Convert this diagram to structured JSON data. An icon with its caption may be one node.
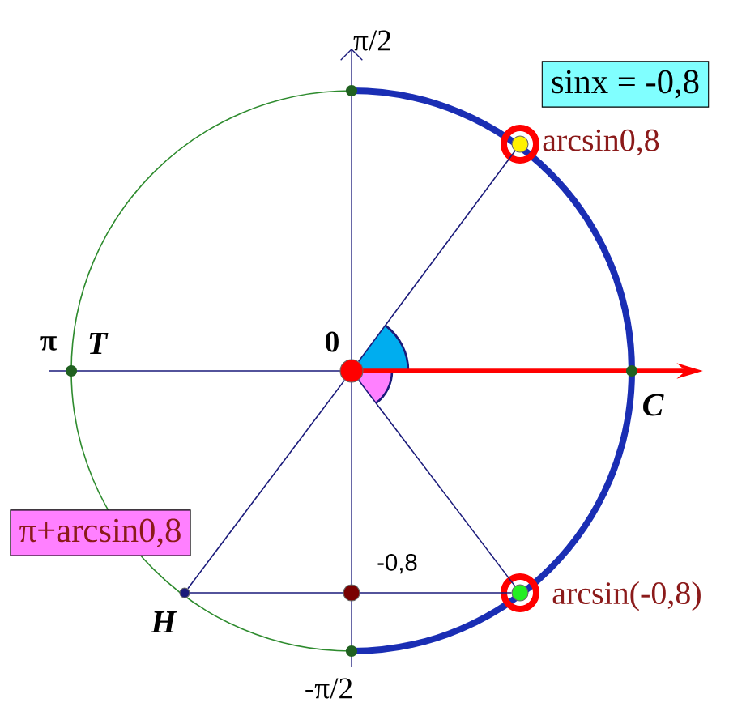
{
  "diagram": {
    "nodes": [
      {
        "text": [],
        "shape": "circle",
        "beside": [
          "0"
        ]
      },
      {
        "text": [],
        "shape": "circle",
        "beside": [
          "arcsin0,8"
        ]
      },
      {
        "text": [],
        "shape": "circle",
        "beside": [
          "arcsin(-0,8)"
        ]
      },
      {
        "text": [],
        "shape": "circle",
        "beside": [
          "H"
        ]
      },
      {
        "text": [],
        "shape": "circle",
        "beside": [
          "-0,8"
        ]
      },
      {
        "text": [
          "sinx = -0,8"
        ]
      },
      {
        "text": [
          "π+arcsin0,8"
        ]
      }
    ],
    "edges": [
      {
        "from": 0,
        "to": 1,
        "arrow": "none"
      },
      {
        "from": 0,
        "to": 2,
        "arrow": "none"
      },
      {
        "from": 0,
        "to": 3,
        "arrow": "none"
      },
      {
        "from": 3,
        "to": 4,
        "arrow": "none"
      },
      {
        "from": 4,
        "to": 2,
        "arrow": "none"
      }
    ],
    "labels": [
      "π/2",
      "π",
      "T",
      "C",
      "-π/2"
    ]
  }
}
